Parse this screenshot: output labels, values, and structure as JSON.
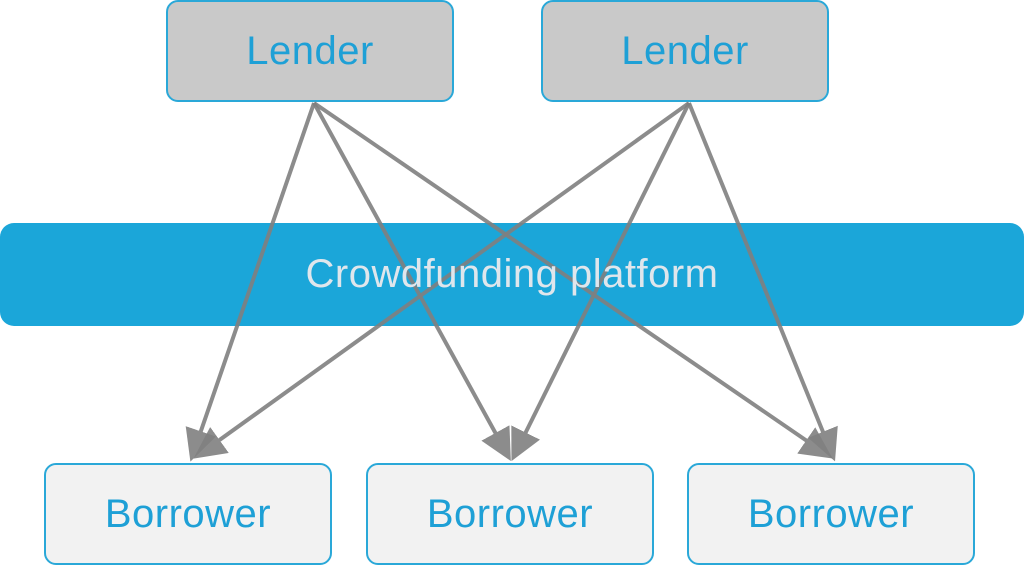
{
  "lenders": [
    {
      "label": "Lender"
    },
    {
      "label": "Lender"
    }
  ],
  "platform": {
    "label": "Crowdfunding platform"
  },
  "borrowers": [
    {
      "label": "Borrower"
    },
    {
      "label": "Borrower"
    },
    {
      "label": "Borrower"
    }
  ],
  "colors": {
    "accent": "#1ba6d9",
    "lender_fill": "#c9c9c9",
    "borrower_fill": "#f2f2f2",
    "arrow": "#808080"
  }
}
